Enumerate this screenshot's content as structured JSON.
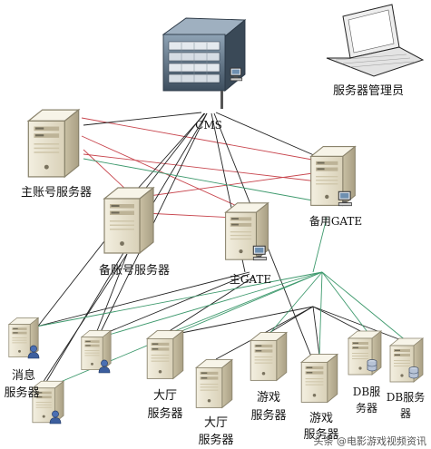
{
  "diagram": {
    "labels": {
      "cms": "CMS",
      "admin": "服务器管理员",
      "main_account": "主账号服务器",
      "backup_account": "备账号服务器",
      "backup_gate": "备用GATE",
      "main_gate": "主GATE",
      "message_line1": "消息",
      "message_line2": "服务器",
      "hall_a_line1": "大厅",
      "hall_a_line2": "服务器",
      "hall_b_line1": "大厅",
      "hall_b_line2": "服务器",
      "game_a_line1": "游戏",
      "game_a_line2": "服务器",
      "game_b_line1": "游戏",
      "game_b_line2": "服务器",
      "db_a_line1": "DB服",
      "db_a_line2": "务器",
      "db_b_line1": "DB服务",
      "db_b_line2": "器"
    },
    "watermark": "头条 @电影游戏视频资讯",
    "colors": {
      "black_links": "#222222",
      "red_links": "#c8474f",
      "green_links": "#3f9a6e",
      "server_beige": "#e7e1cc",
      "rack_blue": "#4f6274"
    }
  }
}
